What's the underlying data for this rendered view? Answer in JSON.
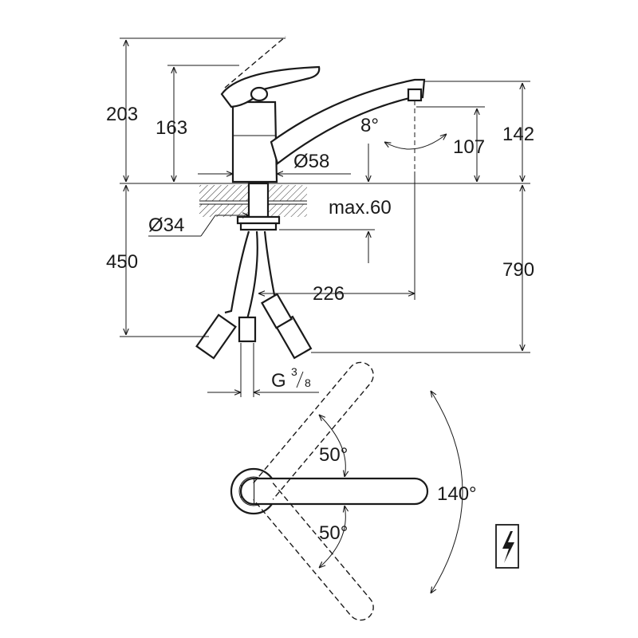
{
  "dimensions": {
    "total_height": "203",
    "body_height": "163",
    "spout_height": "142",
    "outlet_height": "107",
    "spout_angle": "8°",
    "body_diameter": "Ø58",
    "shank_diameter": "Ø34",
    "max_thickness": "max.60",
    "hose_length": "450",
    "overall_length": "790",
    "spout_reach": "226",
    "thread": "G",
    "thread_num": "3",
    "thread_den": "8"
  },
  "top_view": {
    "angle_upper": "50°",
    "angle_lower": "50°",
    "angle_total": "140°"
  },
  "symbols": {
    "pressure_icon": "lightning-bolt"
  }
}
